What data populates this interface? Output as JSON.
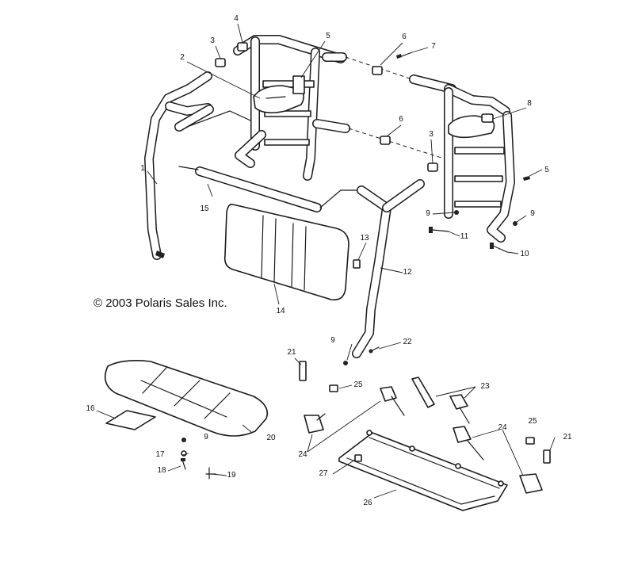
{
  "copyright": "© 2003 Polaris Sales Inc.",
  "callouts": [
    "1",
    "2",
    "3",
    "3",
    "4",
    "5",
    "5",
    "6",
    "6",
    "7",
    "8",
    "9",
    "9",
    "9",
    "9",
    "10",
    "11",
    "12",
    "13",
    "14",
    "15",
    "16",
    "17",
    "18",
    "19",
    "20",
    "21",
    "21",
    "22",
    "23",
    "24",
    "24",
    "25",
    "25",
    "26",
    "27"
  ]
}
